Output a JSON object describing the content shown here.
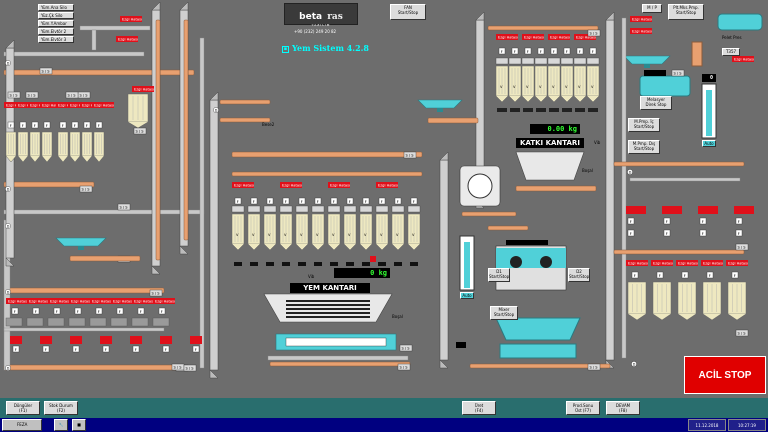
{
  "header": {
    "logo_line1": "beta",
    "logo_line2": "ras",
    "logo_sub": "YAZILIM",
    "phone": "+90 (232) 249 20 82",
    "version": "Yem Sistem 4.2.8",
    "fan_button": "FAN\nStart/Stop",
    "mp_button": "M / P",
    "pellet_button": "Plt.Mks.Pmp.\nStart/Stop"
  },
  "left_menu": [
    "Yüm.Ana Silo",
    "Yüz.Çk Silo",
    "Yüm.Y.Ambar",
    "Yüm.Elvtör 2",
    "Yüm.Elvtör 3"
  ],
  "labels": {
    "error": "Ezgi Hatası",
    "ss": "S / S",
    "f": "F",
    "v": "V",
    "d": "D",
    "r": "R",
    "b": "B",
    "bese": "Bese2",
    "vib": "Vib",
    "bogal": "Boşal",
    "auto": "Auto",
    "pelet_pres": "Pelet Pres",
    "t357": "T357",
    "melasyer": "Melasyer\nDirek Stop",
    "mpmp_ic": "M.Pmp. İç\nStart/Stop",
    "mpmp_dis": "M.Pmp. Dış\nStart/Stop",
    "d1": "D1\nStart/Stop",
    "d2": "D2\nStart/Stop",
    "mixer": "Mixer\nStart/Stop",
    "tank_value": "0"
  },
  "scales": {
    "katki_title": "KATKI KANTARI",
    "katki_value": "0.00 kg",
    "yem_title": "YEM KANTARI",
    "yem_value": "0 kg"
  },
  "small_values": [
    "0.0",
    "0.0",
    "0.0",
    "0.0",
    "0.0",
    "0.0"
  ],
  "bottom_buttons": {
    "donguler": "Döngüler\n(F1)",
    "stok": "Stok Durum\n(F2)",
    "uret": "Üret\n(F4)",
    "prod": "Prod.Sonu\nÜst (F7)",
    "devam": "DEVAM\n(F8)"
  },
  "acil_stop": "ACİL STOP",
  "taskbar": {
    "start": "FEZA",
    "date": "11.12.2018",
    "time": "10:27:19"
  },
  "colors": {
    "background": "#6d6d6d",
    "pipe": "#e8a070",
    "hopper": "#eee8c0",
    "error": "#e0101a",
    "teal": "#50d0d8",
    "acil": "#e00000"
  }
}
